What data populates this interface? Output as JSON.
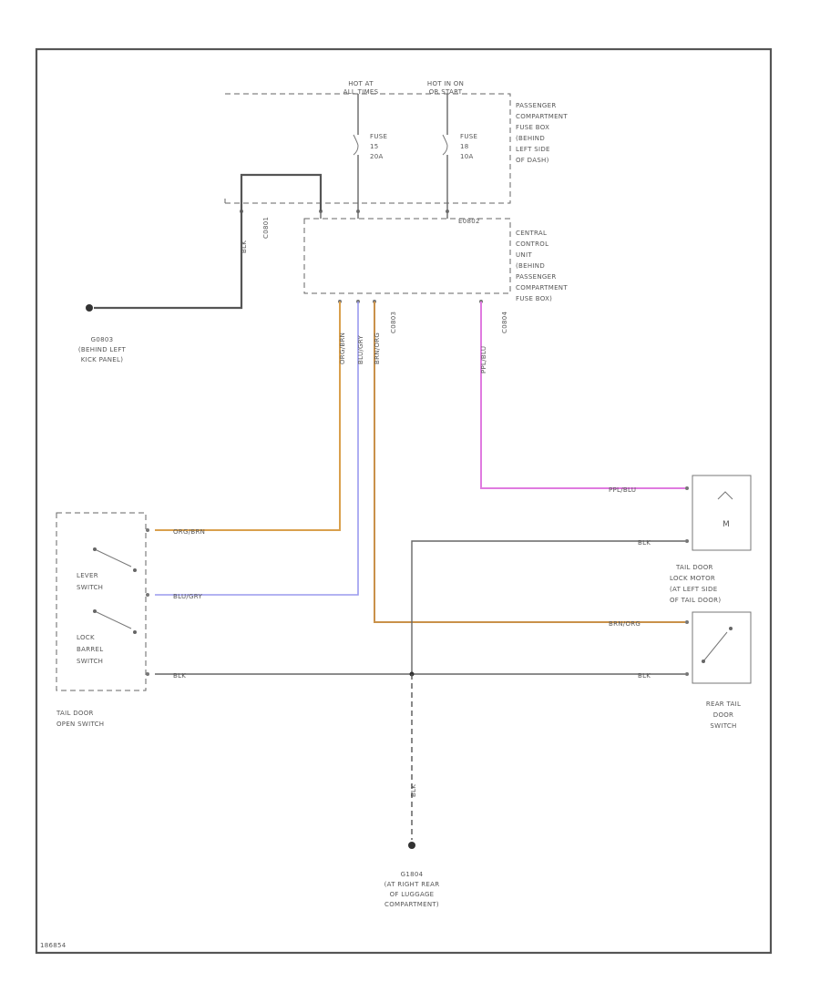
{
  "title": "",
  "fuse_box": {
    "hot_at_label": [
      "HOT AT",
      "ALL TIMES"
    ],
    "hot_in_label": [
      "HOT IN ON",
      "OR START"
    ],
    "fuse_a": [
      "FUSE",
      "15",
      "20A"
    ],
    "fuse_b": [
      "FUSE",
      "18",
      "10A"
    ],
    "name": [
      "PASSENGER",
      "COMPARTMENT",
      "FUSE BOX",
      "(BEHIND",
      "LEFT SIDE",
      "OF DASH)"
    ]
  },
  "central_unit": {
    "connector": "E0802",
    "name": [
      "CENTRAL",
      "CONTROL",
      "UNIT",
      "(BEHIND",
      "PASSENGER",
      "COMPARTMENT",
      "FUSE BOX)"
    ],
    "conn_left": "C0801",
    "conn_mid": "C0803",
    "conn_right": "C0804"
  },
  "ground_left": {
    "wire_color": "BLK",
    "name": [
      "G0803",
      "(BEHIND LEFT",
      "KICK PANEL)"
    ]
  },
  "wires": {
    "org_brn": "ORG/BRN",
    "blu_gry": "BLU/GRY",
    "brn_org": "BRN/ORG",
    "pnk_blu": "PPL/BLU",
    "blk_motor": "BLK",
    "blk_left": "BLK",
    "blk_right": "BLK",
    "blk_ground": "BLK"
  },
  "tail_door_switch": {
    "lever_label": [
      "LEVER",
      "SWITCH"
    ],
    "lock_label": [
      "LOCK",
      "BARREL",
      "SWITCH"
    ],
    "name": [
      "TAIL DOOR",
      "OPEN SWITCH"
    ]
  },
  "lock_motor": {
    "name": [
      "TAIL DOOR",
      "LOCK MOTOR",
      "(AT LEFT SIDE",
      "OF TAIL DOOR)"
    ]
  },
  "door_switch": {
    "name": [
      "REAR TAIL",
      "DOOR",
      "SWITCH"
    ]
  },
  "ground_bottom": {
    "name": [
      "G1804",
      "(AT RIGHT REAR",
      "OF LUGGAGE",
      "COMPARTMENT)"
    ]
  },
  "figure_id": "186854"
}
